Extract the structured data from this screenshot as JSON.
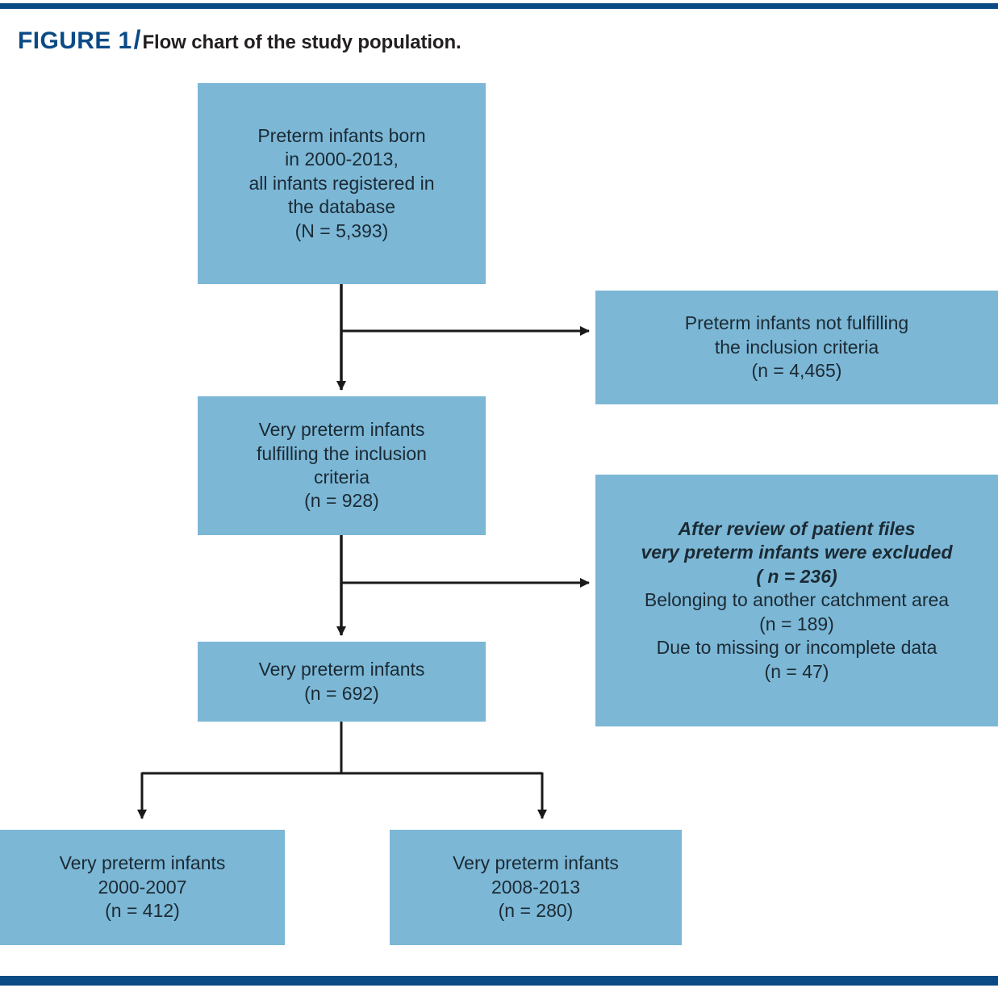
{
  "caption": {
    "figure_label": "FIGURE 1",
    "separator": "/",
    "text": "Flow chart of the study population."
  },
  "colors": {
    "rule": "#0A4A85",
    "figure_label": "#0A4A85",
    "node_fill": "#7CB7D6",
    "node_text": "#1B2A33",
    "connector": "#1A1A1A"
  },
  "chart_data": {
    "type": "diagram",
    "title": "Flow chart of the study population.",
    "nodes": [
      {
        "id": "source",
        "lines": [
          "Preterm infants born",
          "in 2000-2013,",
          "all infants registered in",
          "the database",
          "(N = 5,393)"
        ],
        "count": 5393,
        "count_label": "N = 5,393"
      },
      {
        "id": "excluded-1",
        "lines": [
          "Preterm infants not fulfilling",
          "the inclusion criteria",
          "(n = 4,465)"
        ],
        "count": 4465,
        "count_label": "n = 4,465"
      },
      {
        "id": "included",
        "lines": [
          "Very preterm infants",
          "fulfilling the inclusion",
          "criteria",
          "(n = 928)"
        ],
        "count": 928,
        "count_label": "n = 928"
      },
      {
        "id": "excluded-2",
        "lines": [
          "After review of patient files",
          "very preterm infants were excluded",
          "( n = 236)",
          "Belonging to another catchment area",
          "(n = 189)",
          "Due to missing or incomplete data",
          "(n = 47)"
        ],
        "italic_lines": [
          0,
          1,
          2
        ],
        "count": 236,
        "count_label": "( n = 236)"
      },
      {
        "id": "final",
        "lines": [
          "Very preterm infants",
          "(n = 692)"
        ],
        "count": 692,
        "count_label": "n = 692"
      },
      {
        "id": "cohort-a",
        "lines": [
          "Very preterm infants",
          "2000-2007",
          "(n = 412)"
        ],
        "period": "2000-2007",
        "count": 412,
        "count_label": "n = 412"
      },
      {
        "id": "cohort-b",
        "lines": [
          "Very preterm infants",
          "2008-2013",
          "(n = 280)"
        ],
        "period": "2008-2013",
        "count": 280,
        "count_label": "n = 280"
      }
    ],
    "edges": [
      {
        "from": "source",
        "to": "included",
        "kind": "down"
      },
      {
        "from": "source",
        "to": "excluded-1",
        "kind": "right"
      },
      {
        "from": "included",
        "to": "final",
        "kind": "down"
      },
      {
        "from": "included",
        "to": "excluded-2",
        "kind": "right"
      },
      {
        "from": "final",
        "to": "cohort-a",
        "kind": "split-left"
      },
      {
        "from": "final",
        "to": "cohort-b",
        "kind": "split-right"
      }
    ]
  }
}
